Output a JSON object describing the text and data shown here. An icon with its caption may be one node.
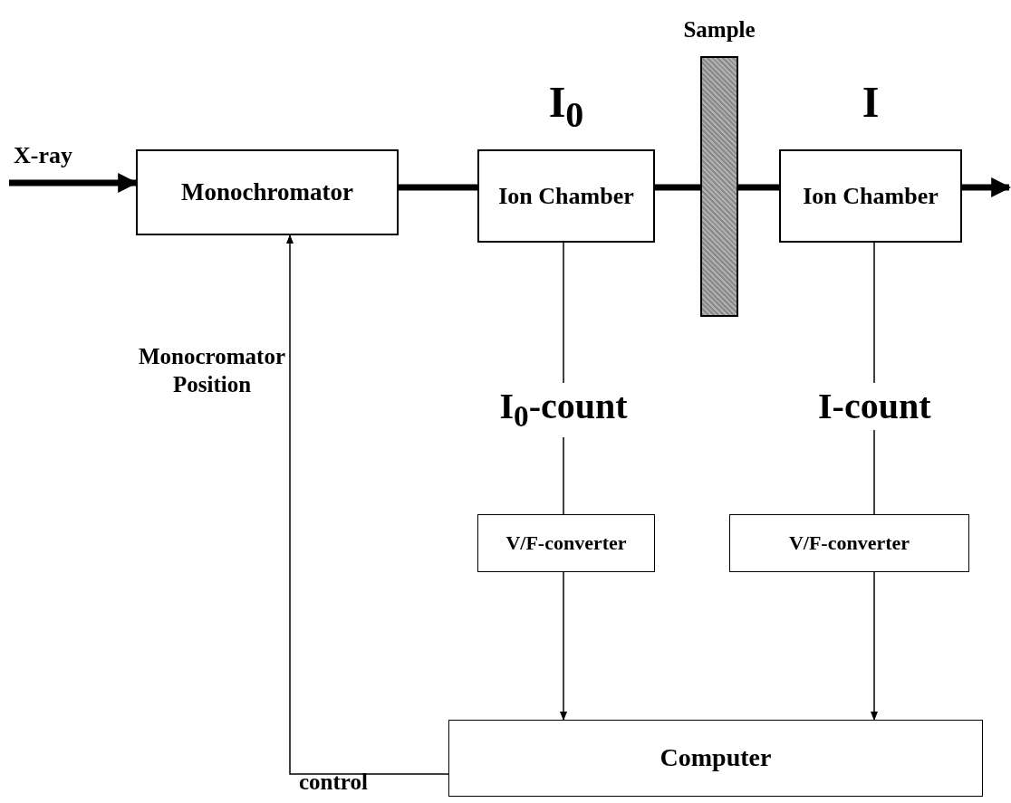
{
  "diagram": {
    "nodes": [
      {
        "text": [
          "Monochromator"
        ]
      },
      {
        "text": [
          "I$_{0}$",
          "Ion Chamber"
        ]
      },
      {
        "text": [
          "Sample"
        ]
      },
      {
        "text": [
          "I",
          "Ion Chamber"
        ]
      },
      {
        "text": [
          "V/F-converter"
        ]
      },
      {
        "text": [
          "V/F-converter"
        ]
      },
      {
        "text": [
          "Computer"
        ]
      }
    ],
    "edges": [
      {
        "from": null,
        "to": 0,
        "arrow": "to",
        "label": "X-ray",
        "style": "thick"
      },
      {
        "from": 0,
        "to": 1,
        "arrow": "none",
        "style": "thick"
      },
      {
        "from": 1,
        "to": 2,
        "arrow": "none",
        "style": "thick"
      },
      {
        "from": 2,
        "to": 3,
        "arrow": "none",
        "style": "thick"
      },
      {
        "from": 3,
        "to": null,
        "arrow": "to",
        "style": "thick"
      },
      {
        "from": 1,
        "to": 4,
        "arrow": "none",
        "label": "I$_{0}$-count"
      },
      {
        "from": 3,
        "to": 5,
        "arrow": "none",
        "label": "I-count"
      },
      {
        "from": 4,
        "to": 6,
        "arrow": "to"
      },
      {
        "from": 5,
        "to": 6,
        "arrow": "to"
      },
      {
        "from": 6,
        "to": 0,
        "arrow": "to",
        "label": "control"
      }
    ],
    "labels": [
      "Monocromator Position"
    ]
  }
}
